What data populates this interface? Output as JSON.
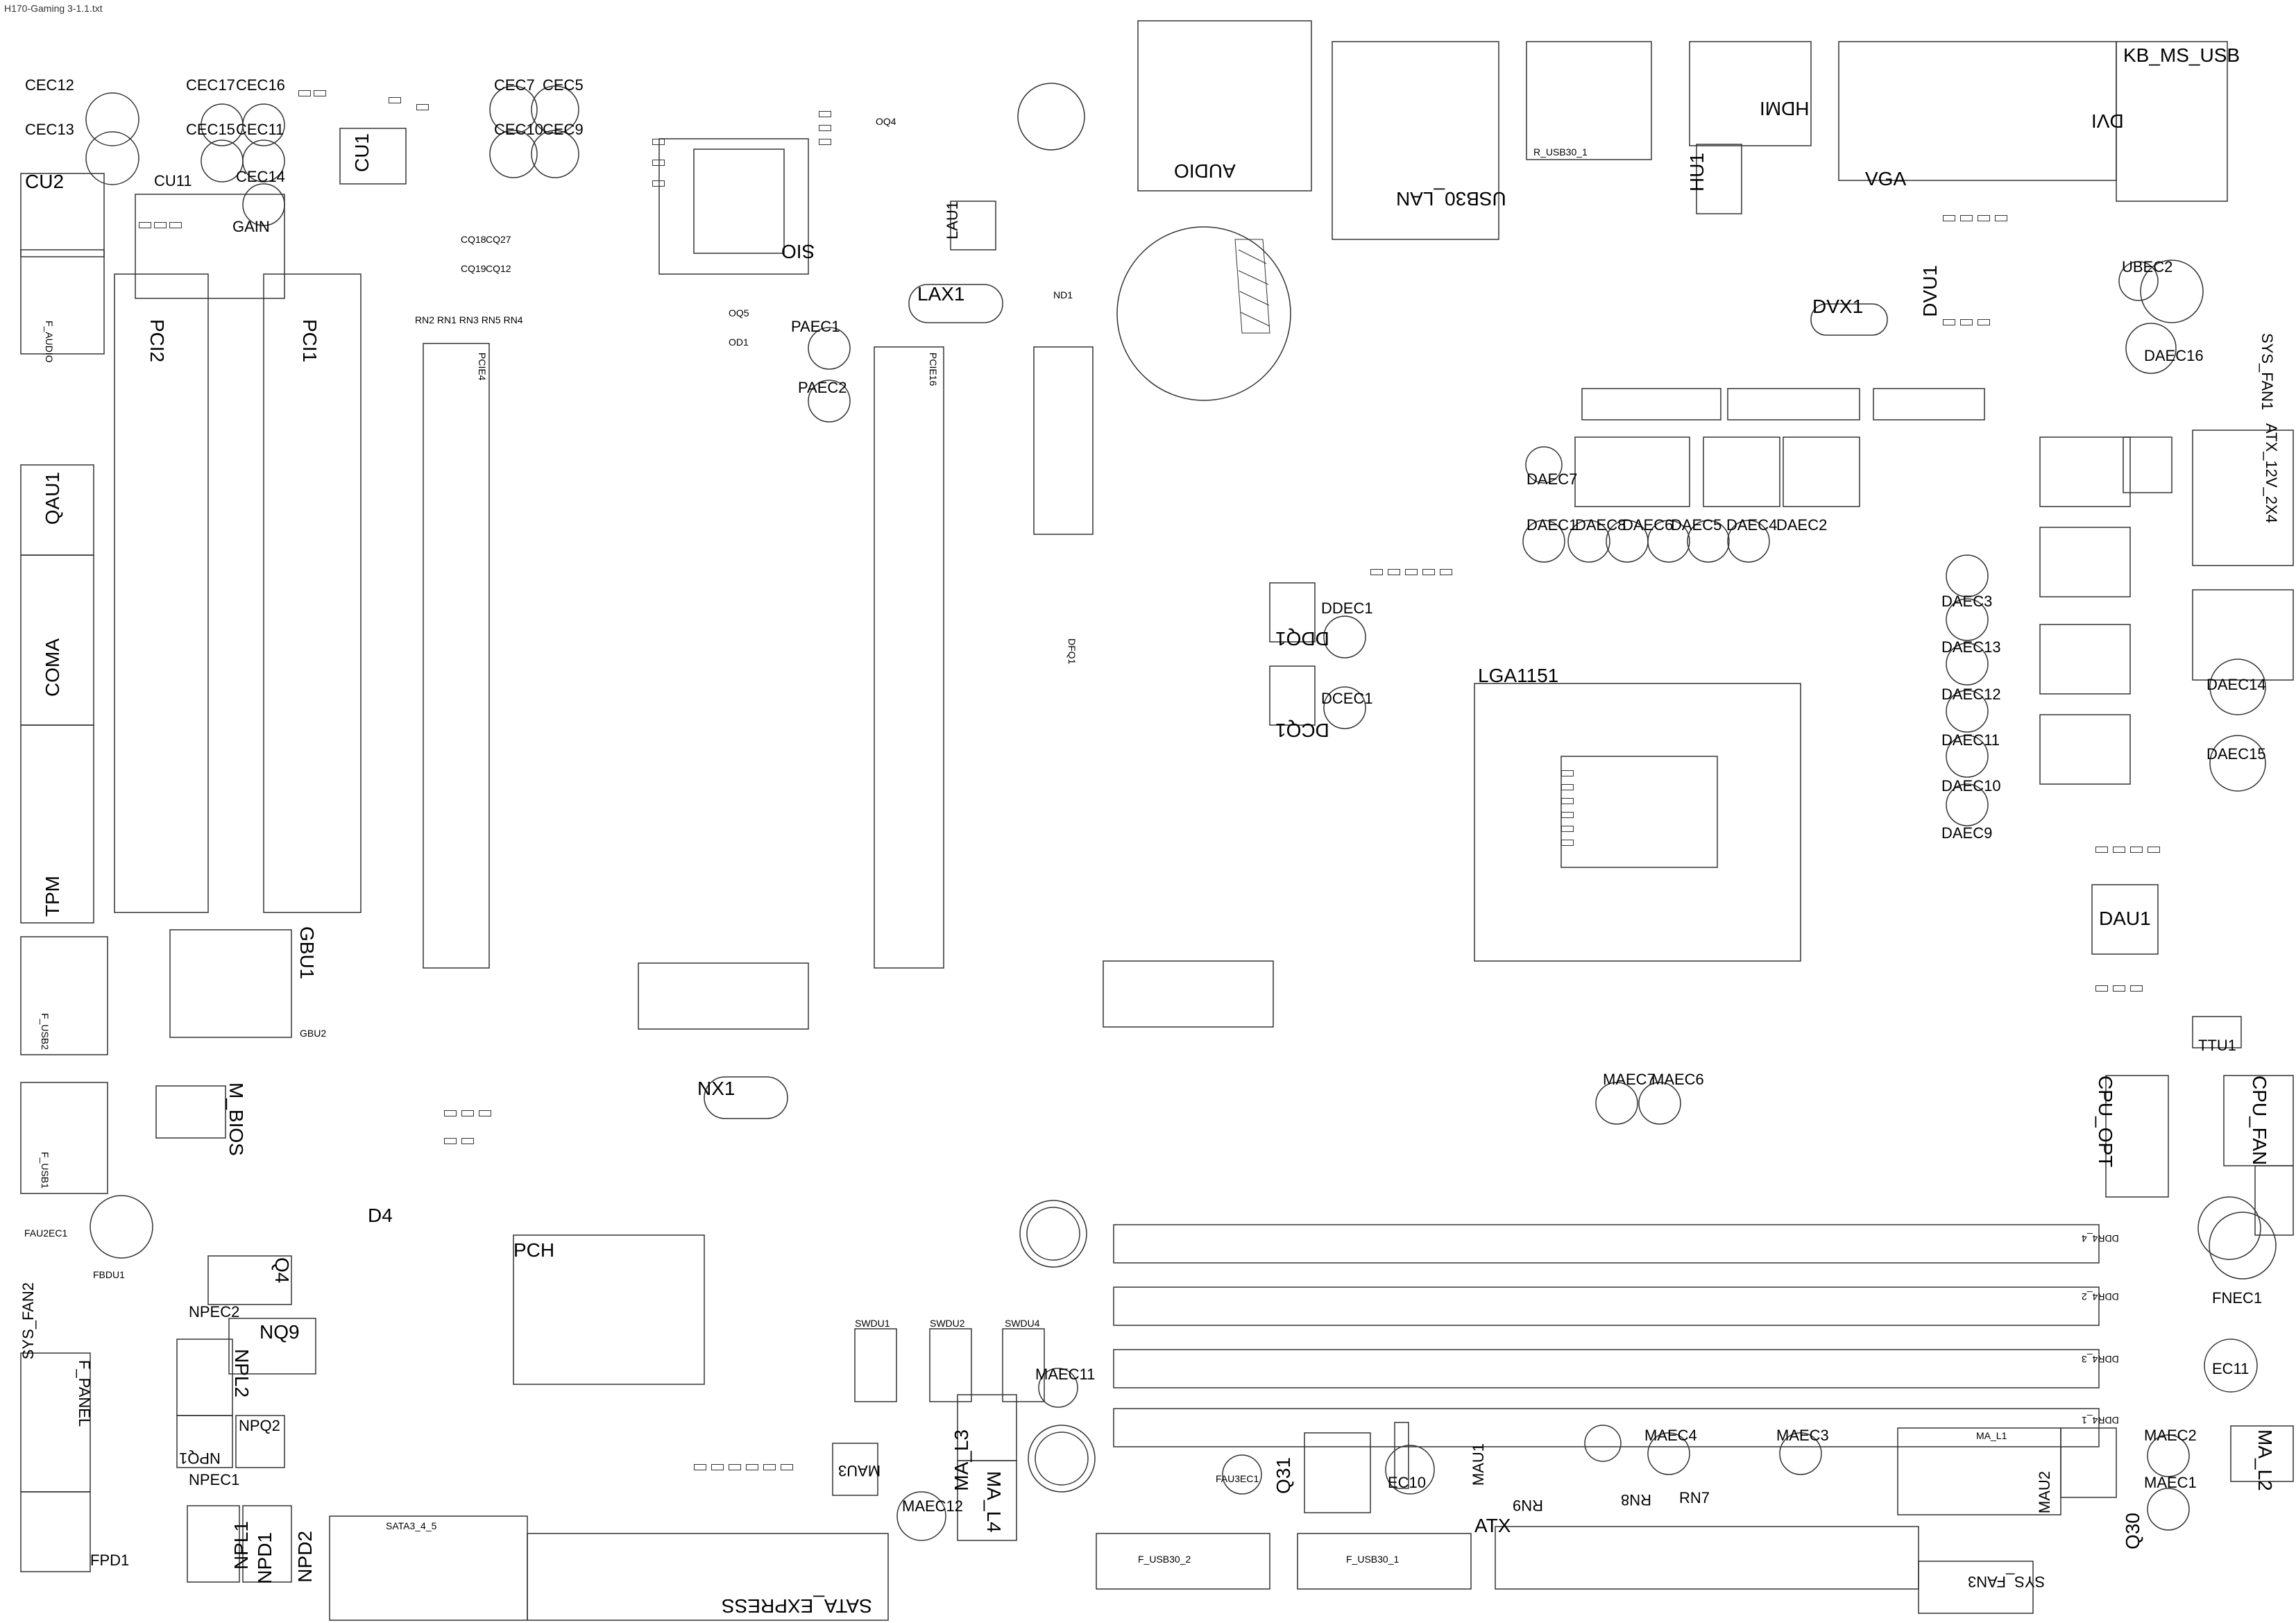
{
  "document": {
    "title": "H170-Gaming 3-1.1.txt"
  },
  "components": {
    "cec12": "CEC12",
    "cec13": "CEC13",
    "cec17": "CEC17",
    "cec16": "CEC16",
    "cec15": "CEC15",
    "cec11": "CEC11",
    "cec14": "CEC14",
    "cec7": "CEC7",
    "cec5": "CEC5",
    "cec10": "CEC10",
    "cec9": "CEC9",
    "cu1": "CU1",
    "cu2": "CU2",
    "cu11": "CU11",
    "gain": "GAIN",
    "pci2": "PCI2",
    "pci1": "PCI1",
    "qau1": "QAU1",
    "coma": "COMA",
    "tpm": "TPM",
    "gbu1": "GBU1",
    "gbu2": "GBU2",
    "m_bios": "M_BIOS",
    "q4": "Q4",
    "npec2": "NPEC2",
    "nq9": "NQ9",
    "npl2": "NPL2",
    "npq2": "NPQ2",
    "npq1": "NPQ1",
    "npec1": "NPEC1",
    "npl1": "NPL1",
    "npd1": "NPD1",
    "npd2": "NPD2",
    "sys_fan2": "SYS_FAN2",
    "f_panel": "F_PANEL",
    "fpd1": "FPD1",
    "sata3_4_5": "SATA3_4_5",
    "sata_express": "SATA_EXPRESS",
    "pch": "PCH",
    "nx1": "NX1",
    "d4": "D4",
    "sio": "SIO",
    "paec1": "PAEC1",
    "paec2": "PAEC2",
    "lax1": "LAX1",
    "lau1": "LAU1",
    "audio": "AUDIO",
    "usb30_lan": "USB30_LAN",
    "hdmi": "HDMI",
    "hu1": "HU1",
    "vga": "VGA",
    "dvi": "DVI",
    "kb_ms_usb": "KB_MS_USB",
    "dvx1": "DVX1",
    "dvu1": "DVU1",
    "ubec2": "UBEC2",
    "daec16": "DAEC16",
    "sys_fan1": "SYS_FAN1",
    "atx_12v_2x4": "ATX_12V_2X4",
    "daec7": "DAEC7",
    "daec1": "DAEC1",
    "daec8": "DAEC8",
    "daec6": "DAEC6",
    "daec5": "DAEC5",
    "daec4": "DAEC4",
    "daec2": "DAEC2",
    "daec3": "DAEC3",
    "daec13": "DAEC13",
    "daec12": "DAEC12",
    "daec11": "DAEC11",
    "daec10": "DAEC10",
    "daec9": "DAEC9",
    "daec14": "DAEC14",
    "daec15": "DAEC15",
    "ddec1": "DDEC1",
    "ddq1": "DDQ1",
    "dcec1": "DCEC1",
    "dcq1": "DCQ1",
    "lga1151": "LGA1151",
    "dau1": "DAU1",
    "ttu1": "TTU1",
    "cpu_opt": "CPU_OPT",
    "cpu_fan": "CPU_FAN",
    "fnec1": "FNEC1",
    "ec11": "EC11",
    "maec7": "MAEC7",
    "maec6": "MAEC6",
    "maec11": "MAEC11",
    "maec12": "MAEC12",
    "ma_l3": "MA_L3",
    "ma_l4": "MA_L4",
    "mau3": "MAU3",
    "q31": "Q31",
    "ec10": "EC10",
    "mau1": "MAU1",
    "maec4": "MAEC4",
    "maec3": "MAEC3",
    "rn9": "RN9",
    "rn8": "RN8",
    "rn7": "RN7",
    "atx": "ATX",
    "maec2": "MAEC2",
    "maec1": "MAEC1",
    "ma_l2": "MA_L2",
    "q30": "Q30",
    "sys_fan3": "SYS_FAN3",
    "ma_l1": "MA_L1",
    "mau2": "MAU2",
    "fau3ec1": "FAU3EC1",
    "fau2ec1": "FAU2EC1"
  },
  "small_labels": {
    "usb20_audio": "F_AUDIO",
    "r_usb30": "R_USB30_1",
    "pcie4": "PCIE4",
    "pcie16": "PCIE16",
    "ddr4_1": "DDR4_1",
    "ddr4_2": "DDR4_2",
    "ddr4_3": "DDR4_3",
    "ddr4_4": "DDR4_4",
    "f_usb30_1": "F_USB30_1",
    "f_usb30_2": "F_USB30_2",
    "f_usb1": "F_USB1",
    "f_usb2": "F_USB2",
    "swdu1": "SWDU1",
    "swdu2": "SWDU2",
    "swdu4": "SWDU4",
    "fbdu1": "FBDU1",
    "rn_row": "RN2 RN1 RN3 RN5 RN4",
    "cq18": "CQ18",
    "cq27": "CQ27",
    "cq19": "CQ19",
    "cq12": "CQ12",
    "oq4": "OQ4",
    "oq5": "OQ5",
    "od1": "OD1",
    "nd1": "ND1",
    "dfq1": "DFQ1"
  }
}
